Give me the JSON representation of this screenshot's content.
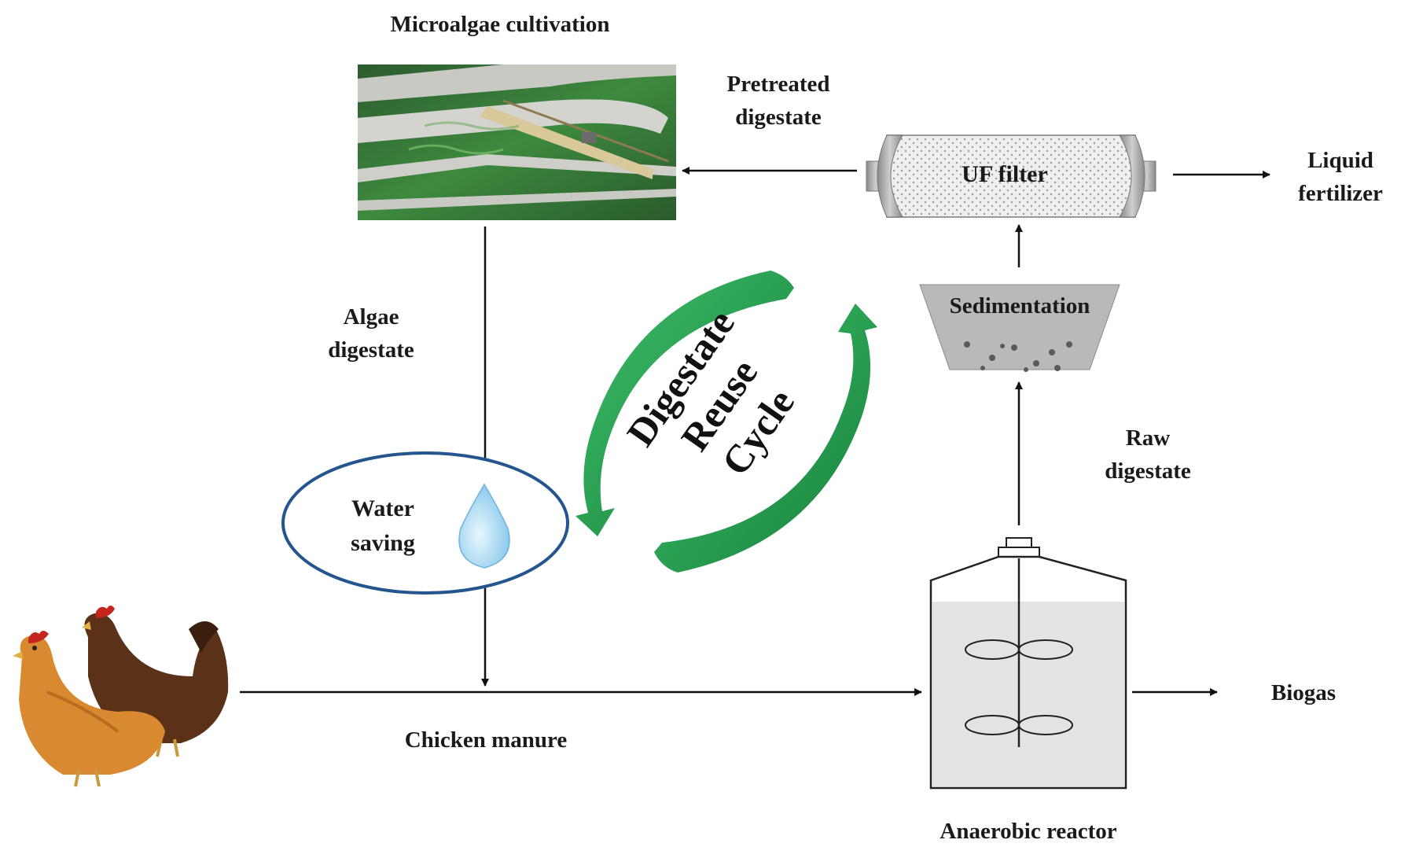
{
  "labels": {
    "microalgae_cultivation": "Microalgae cultivation",
    "pretreated_1": "Pretreated",
    "pretreated_2": "digestate",
    "uf_filter": "UF filter",
    "liquid_1": "Liquid",
    "liquid_2": "fertilizer",
    "algae_1": "Algae",
    "algae_2": "digestate",
    "sedimentation": "Sedimentation",
    "raw_1": "Raw",
    "raw_2": "digestate",
    "water_1": "Water",
    "water_2": "saving",
    "chicken_manure": "Chicken manure",
    "biogas": "Biogas",
    "anaerobic_reactor": "Anaerobic reactor"
  },
  "cycle": {
    "line1": "Digestate",
    "line2": "Reuse",
    "line3": "Cycle"
  },
  "colors": {
    "cycle_arrow": "#1f9e4a",
    "ellipse_border": "#24558e",
    "reactor_fill": "#e3e3e3",
    "sediment_fill": "#b5b5b5",
    "water_drop": "#9fd4ef",
    "algae_pond": "#2f6b35",
    "chicken_body": "#d9892f",
    "chicken_dark": "#5b3218"
  },
  "icons": [
    "water-drop-icon",
    "chicken-icon",
    "algae-pond-image",
    "uf-filter-icon",
    "sedimentation-tank-icon",
    "anaerobic-reactor-icon"
  ]
}
